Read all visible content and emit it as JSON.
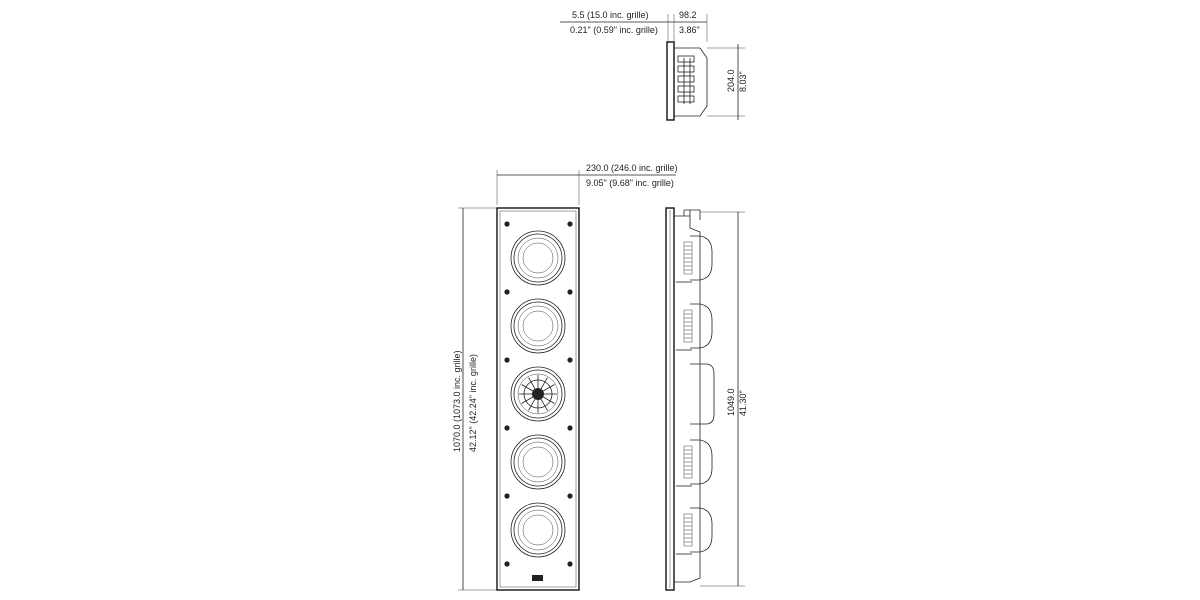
{
  "dimensions": {
    "side_depth_mm": "5.5  (15.0 inc. grille)",
    "side_depth_in": "0.21\"  (0.59\" inc. grille)",
    "box_depth_mm": "98.2",
    "box_depth_in": "3.86\"",
    "top_height_mm": "204.0",
    "top_height_in": "8.03\"",
    "width_mm": "230.0  (246.0 inc. grille)",
    "width_in": "9.05\"  (9.68\" inc. grille)",
    "front_height_mm": "1070.0  (1073.0 inc. grille)",
    "front_height_in": "42.12\"  (42.24\" inc. grille)",
    "side_height_mm": "1049.0",
    "side_height_in": "41.30\""
  },
  "drivers": [
    {
      "kind": "woofer"
    },
    {
      "kind": "woofer"
    },
    {
      "kind": "uni-q"
    },
    {
      "kind": "woofer"
    },
    {
      "kind": "woofer"
    }
  ],
  "colors": {
    "line": "#222222",
    "background": "#ffffff"
  }
}
